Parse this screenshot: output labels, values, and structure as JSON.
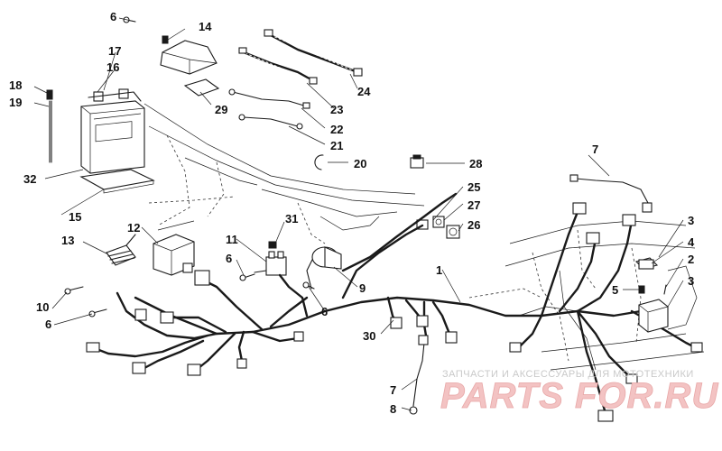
{
  "callouts": [
    {
      "id": "c6a",
      "text": "6"
    },
    {
      "id": "c14",
      "text": "14"
    },
    {
      "id": "c17",
      "text": "17"
    },
    {
      "id": "c16",
      "text": "16"
    },
    {
      "id": "c18",
      "text": "18"
    },
    {
      "id": "c19",
      "text": "19"
    },
    {
      "id": "c32",
      "text": "32"
    },
    {
      "id": "c15",
      "text": "15"
    },
    {
      "id": "c29",
      "text": "29"
    },
    {
      "id": "c24",
      "text": "24"
    },
    {
      "id": "c23",
      "text": "23"
    },
    {
      "id": "c22",
      "text": "22"
    },
    {
      "id": "c21",
      "text": "21"
    },
    {
      "id": "c20",
      "text": "20"
    },
    {
      "id": "c28",
      "text": "28"
    },
    {
      "id": "c7a",
      "text": "7"
    },
    {
      "id": "c25",
      "text": "25"
    },
    {
      "id": "c27",
      "text": "27"
    },
    {
      "id": "c26",
      "text": "26"
    },
    {
      "id": "c3a",
      "text": "3"
    },
    {
      "id": "c4",
      "text": "4"
    },
    {
      "id": "c2",
      "text": "2"
    },
    {
      "id": "c3b",
      "text": "3"
    },
    {
      "id": "c5",
      "text": "5"
    },
    {
      "id": "c1",
      "text": "1"
    },
    {
      "id": "c12",
      "text": "12"
    },
    {
      "id": "c31",
      "text": "31"
    },
    {
      "id": "c13",
      "text": "13"
    },
    {
      "id": "c11",
      "text": "11"
    },
    {
      "id": "c6b",
      "text": "6"
    },
    {
      "id": "c9",
      "text": "9"
    },
    {
      "id": "c10",
      "text": "10"
    },
    {
      "id": "c6c",
      "text": "6"
    },
    {
      "id": "c6d",
      "text": "6"
    },
    {
      "id": "c30",
      "text": "30"
    },
    {
      "id": "c7b",
      "text": "7"
    },
    {
      "id": "c8",
      "text": "8"
    }
  ],
  "watermark": {
    "top_text": "ЗАПЧАСТИ И АКСЕССУАРЫ ДЛЯ МОТОТЕХНИКИ",
    "brand": "PARTS FOR.RU"
  }
}
